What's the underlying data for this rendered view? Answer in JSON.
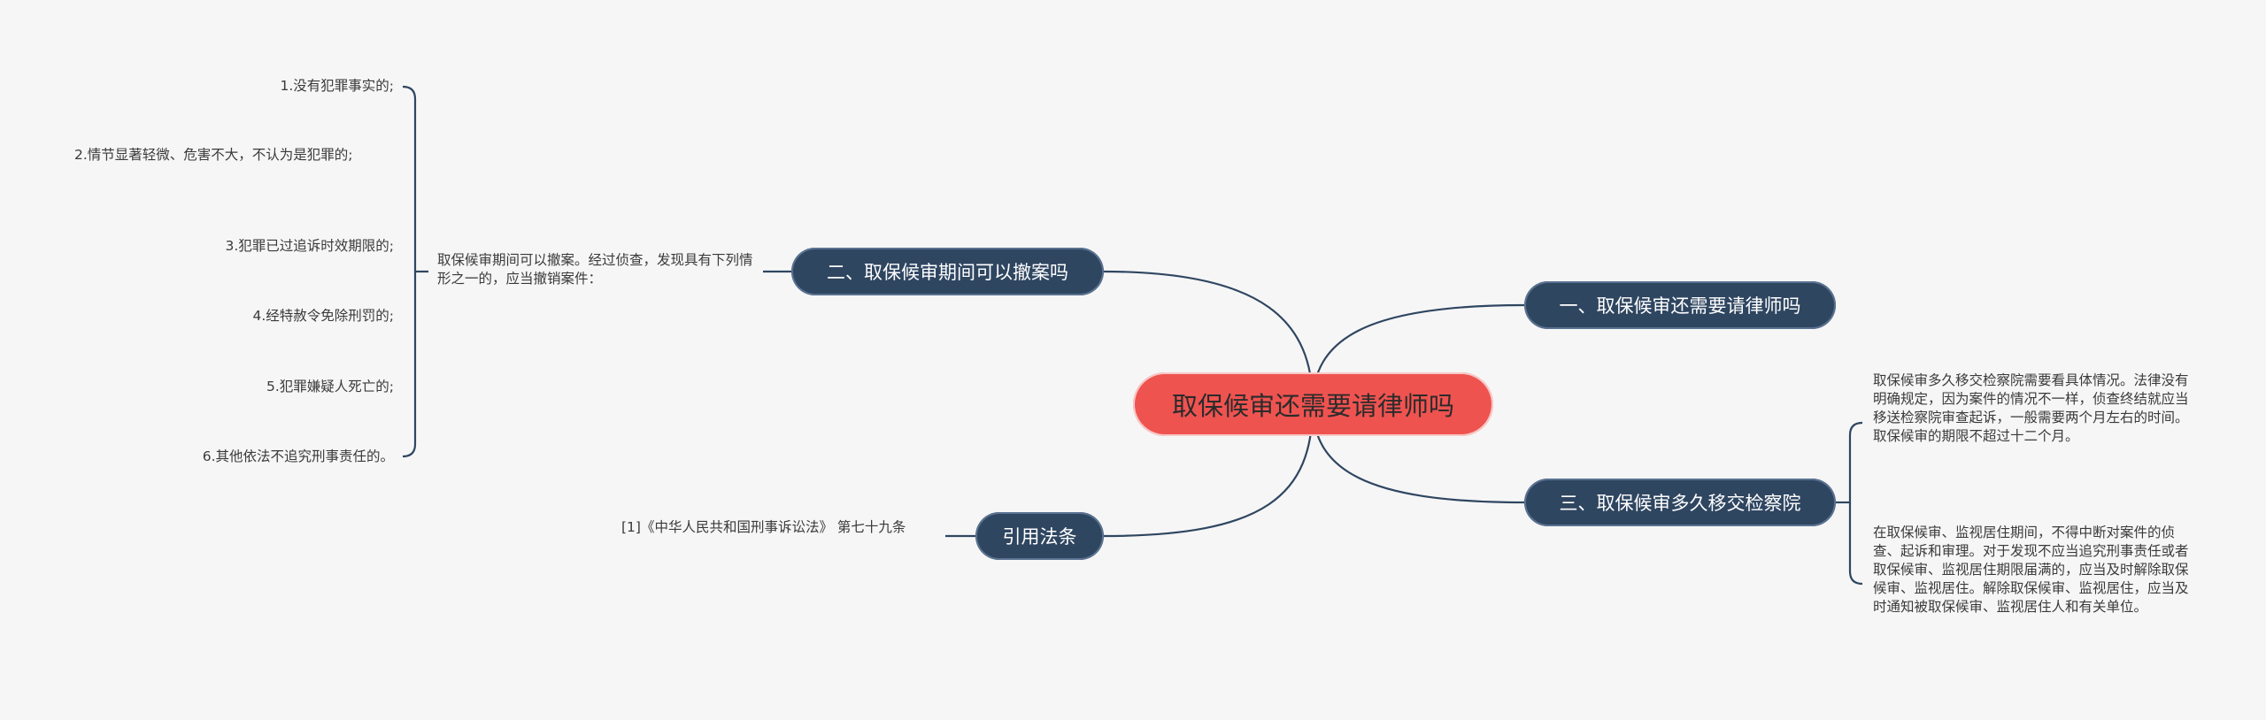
{
  "central": "取保候审还需要请律师吗",
  "branches": {
    "b1": {
      "title": "一、取保候审还需要请律师吗"
    },
    "b2": {
      "title": "二、取保候审期间可以撤案吗",
      "intro": "取保候审期间可以撤案。经过侦查，发现具有下列情形之一的，应当撤销案件：",
      "items": [
        "1.没有犯罪事实的;",
        "2.情节显著轻微、危害不大，不认为是犯罪的;",
        "3.犯罪已过追诉时效期限的;",
        "4.经特赦令免除刑罚的;",
        "5.犯罪嫌疑人死亡的;",
        "6.其他依法不追究刑事责任的。"
      ]
    },
    "b3": {
      "title": "三、取保候审多久移交检察院",
      "p1": "取保候审多久移交检察院需要看具体情况。法律没有明确规定，因为案件的情况不一样，侦查终结就应当移送检察院审查起诉，一般需要两个月左右的时间。取保候审的期限不超过十二个月。",
      "p2": "在取保候审、监视居住期间，不得中断对案件的侦查、起诉和审理。对于发现不应当追究刑事责任或者取保候审、监视居住期限届满的，应当及时解除取保候审、监视居住。解除取保候审、监视居住，应当及时通知被取保候审、监视居住人和有关单位。"
    },
    "b4": {
      "title": "引用法条",
      "ref": "[1]《中华人民共和国刑事诉讼法》 第七十九条"
    }
  }
}
